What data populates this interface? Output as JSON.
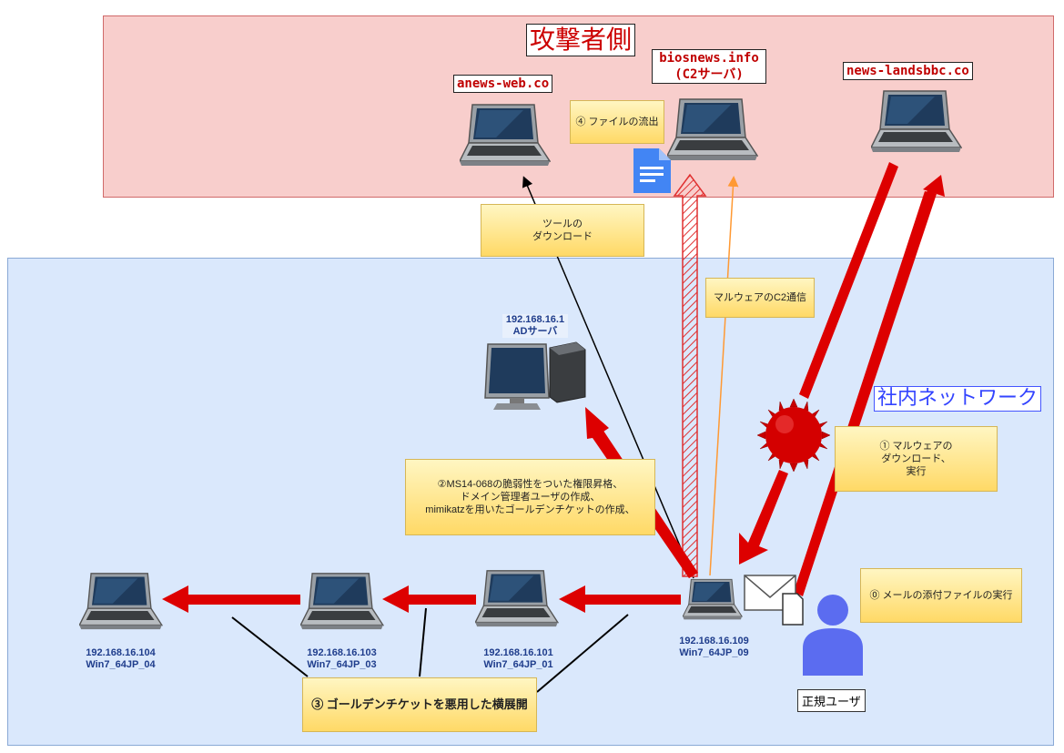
{
  "zones": {
    "attacker_title": "攻撃者側",
    "internal_title": "社内ネットワーク"
  },
  "attacker_hosts": [
    {
      "domain": "anews-web.co"
    },
    {
      "domain": "biosnews.info",
      "sub": "(C2サーバ)"
    },
    {
      "domain": "news-landsbbc.co"
    }
  ],
  "notes": {
    "file_leak": "④ ファイルの流出",
    "tool_download": "ツールの\nダウンロード",
    "c2_comm": "マルウェアのC2通信",
    "malware_download": "① マルウェアの\nダウンロード、\n実行",
    "privesc": "②MS14-068の脆弱性をついた権限昇格、\nドメイン管理者ユーザの作成、\nmimikatzを用いたゴールデンチケットの作成、",
    "attachment_exec": "⓪ メールの添付ファイルの実行",
    "lateral": "③ ゴールデンチケットを悪用した横展開"
  },
  "ad_server": {
    "ip": "192.168.16.1",
    "name": "ADサーバ"
  },
  "internal_hosts": [
    {
      "ip": "192.168.16.104",
      "name": "Win7_64JP_04"
    },
    {
      "ip": "192.168.16.103",
      "name": "Win7_64JP_03"
    },
    {
      "ip": "192.168.16.101",
      "name": "Win7_64JP_01"
    },
    {
      "ip": "192.168.16.109",
      "name": "Win7_64JP_09"
    }
  ],
  "user_label": "正規ユーザ",
  "colors": {
    "arrow_red": "#dd0000",
    "c2_orange": "#ff9933",
    "note_fill": "#ffd966",
    "internal_bg": "#dae8fc",
    "attacker_bg": "#f8cecc"
  }
}
